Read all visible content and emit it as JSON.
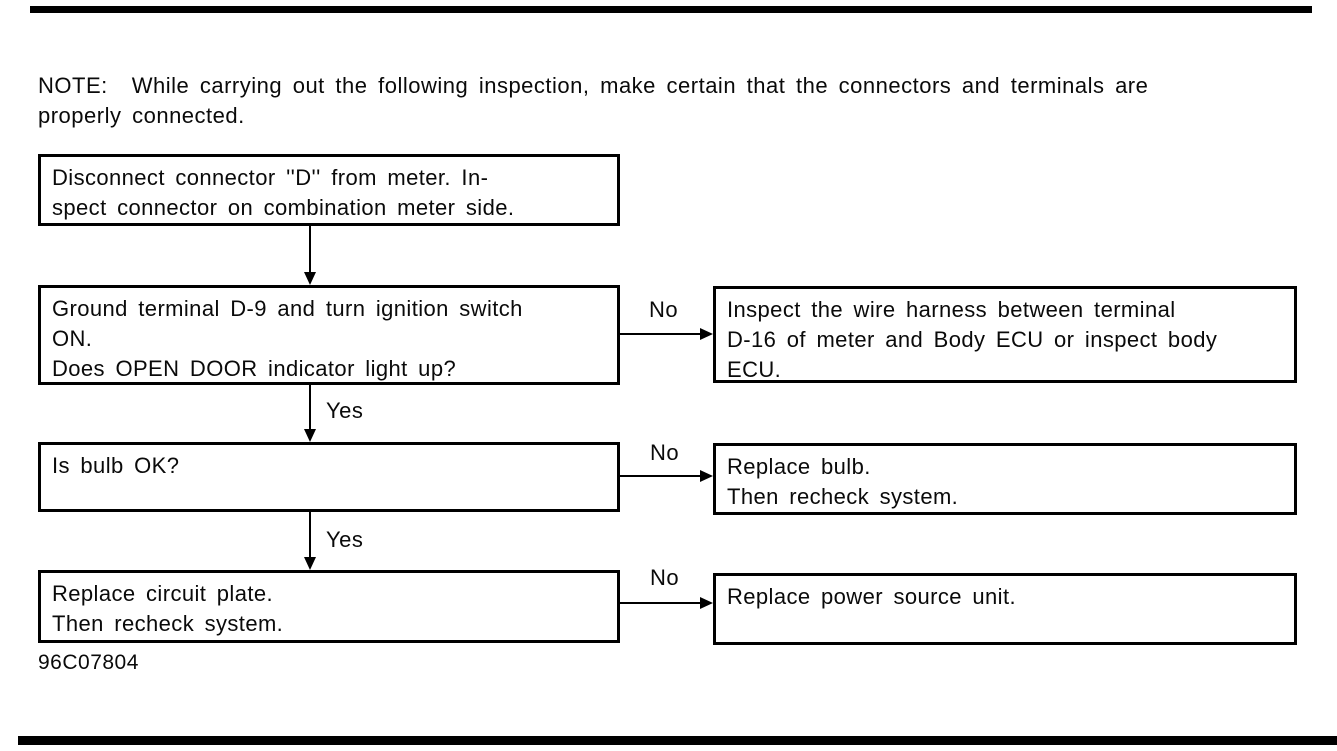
{
  "note": {
    "label": "NOTE:",
    "line1": "While carrying out the following inspection, make certain that the connectors and terminals are",
    "line2": "properly connected."
  },
  "flowchart": {
    "labels": {
      "yes": "Yes",
      "no": "No"
    },
    "step1": {
      "lines": [
        "Disconnect connector ''D'' from meter. In-",
        "spect connector on combination meter side."
      ]
    },
    "step2": {
      "lines": [
        "Ground terminal D-9 and turn ignition switch",
        "ON.",
        "Does OPEN DOOR indicator light up?"
      ]
    },
    "step2_no_action": {
      "lines": [
        "Inspect the wire harness between terminal",
        "D-16 of meter and Body ECU or inspect body",
        "ECU."
      ]
    },
    "step3": {
      "lines": [
        "Is bulb OK?"
      ]
    },
    "step3_no_action": {
      "lines": [
        "Replace bulb.",
        "Then recheck system."
      ]
    },
    "step4": {
      "lines": [
        "Replace circuit plate.",
        "Then recheck system."
      ]
    },
    "step4_no_action": {
      "lines": [
        "Replace power source unit."
      ]
    }
  },
  "footer": {
    "figure_code": "96C07804"
  },
  "colors": {
    "ink": "#0a0a0a",
    "background": "#ffffff"
  }
}
